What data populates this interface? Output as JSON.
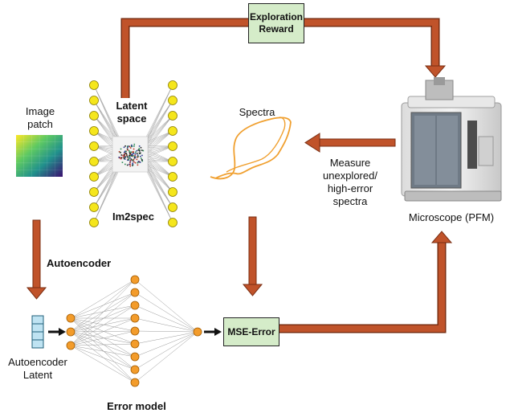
{
  "labels": {
    "exploration_reward": [
      "Exploration",
      "Reward"
    ],
    "image_patch": [
      "Image",
      "patch"
    ],
    "latent_space": [
      "Latent",
      "space"
    ],
    "im2spec": "Im2spec",
    "spectra": "Spectra",
    "measure": [
      "Measure",
      "unexplored/",
      "high-error",
      "spectra"
    ],
    "microscope": "Microscope (PFM)",
    "autoencoder": "Autoencoder",
    "autoencoder_latent": [
      "Autoencoder",
      "Latent"
    ],
    "mse_error": "MSE-Error",
    "error_model": "Error model"
  },
  "colors": {
    "arrow": "#c0532a",
    "arrow_edge": "#7a2e12",
    "node_yellow": "#f5e61c",
    "node_orange": "#f39c2b",
    "box_green": "#d5ecc9",
    "latent_blue": "#bfe3f2",
    "spectrum_line": "#f0a030",
    "edge_gray": "#9a9a9a"
  },
  "icons": [
    "image-patch-heatmap",
    "latent-scatter-cloud",
    "microscope-instrument"
  ]
}
